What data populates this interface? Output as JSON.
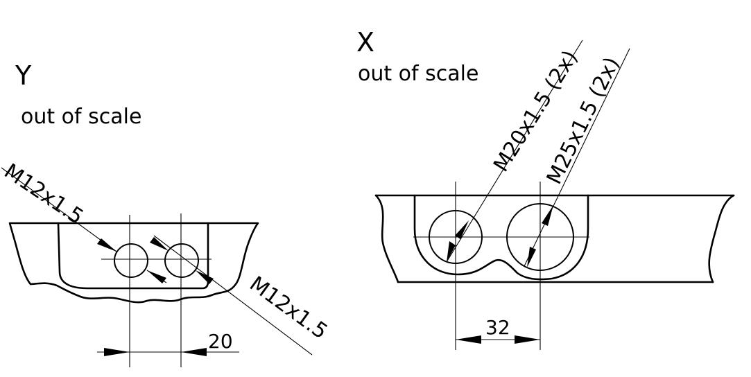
{
  "view_y": {
    "title": "Y",
    "subtitle": "out of scale",
    "thread_upper": "M12x1.5",
    "thread_lower": "M12x1.5",
    "spacing": "20"
  },
  "view_x": {
    "title": "X",
    "subtitle": "out of scale",
    "thread_small": "M20x1.5 (2x)",
    "thread_large": "M25x1.5 (2x)",
    "spacing": "32"
  }
}
